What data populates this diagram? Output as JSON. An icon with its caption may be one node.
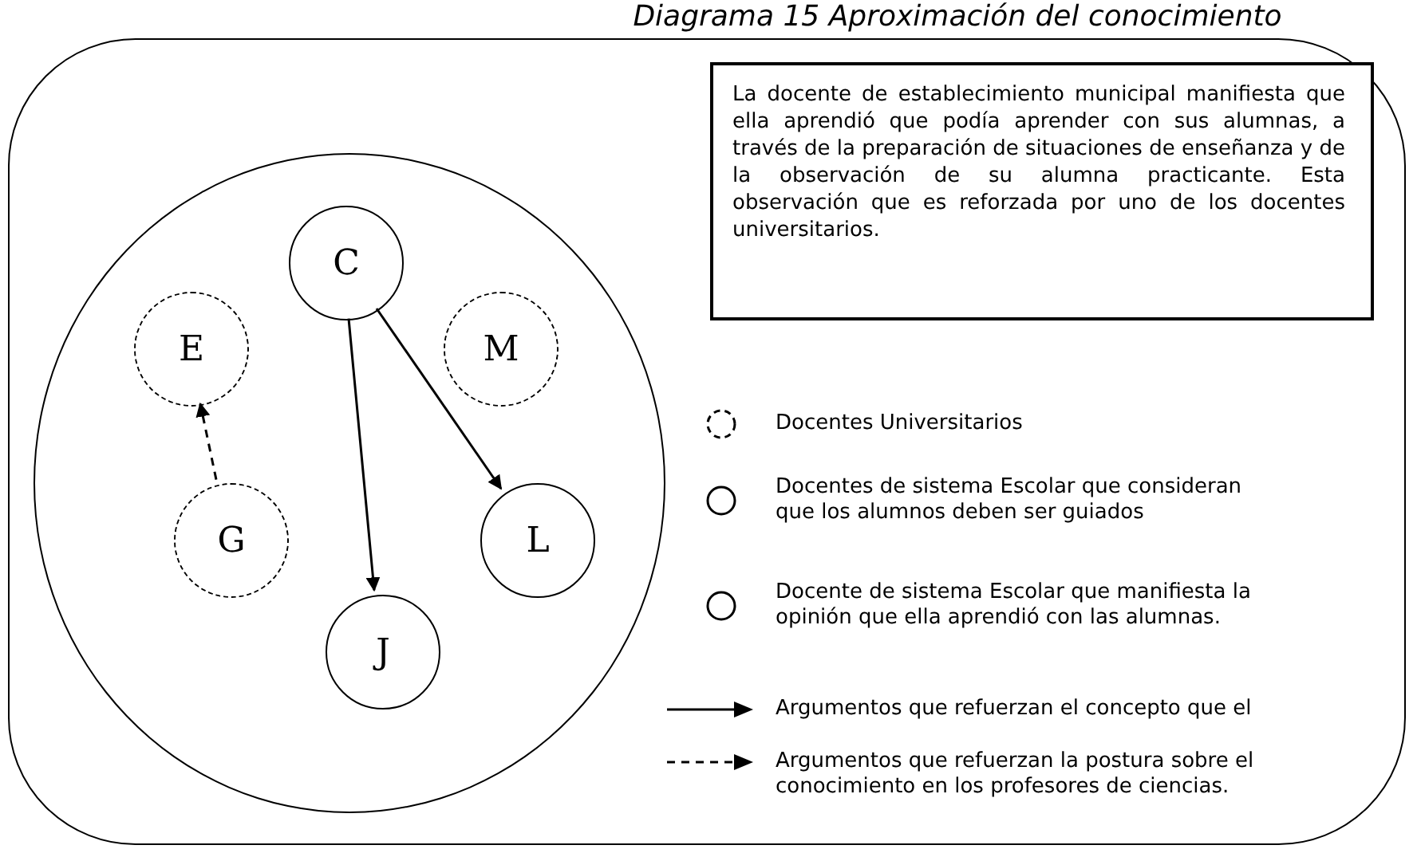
{
  "diagram": {
    "title": "Diagrama 15 Aproximación del conocimiento",
    "nodes": [
      {
        "text": [],
        "shape": "box"
      },
      {
        "text": [],
        "shape": "circle",
        "in": 0
      },
      {
        "text": [
          "C"
        ],
        "in": 1
      },
      {
        "text": [
          "E"
        ],
        "in": 1
      },
      {
        "text": [
          "M"
        ],
        "in": 1
      },
      {
        "text": [
          "G"
        ],
        "in": 1
      },
      {
        "text": [
          "L"
        ],
        "in": 1
      },
      {
        "text": [
          "J"
        ],
        "in": 1
      },
      {
        "text": [
          "La docente  de establecimiento municipal manifiesta que ella aprendió que podía aprender  con sus alumnas, a través de la preparación de situaciones de enseñanza y de la observación de su alumna practicante. Esta observación que es reforzada por  uno de los docentes universitarios."
        ],
        "in": 0
      }
    ],
    "edges": [
      {
        "from": 2,
        "to": 7,
        "arrow": "to"
      },
      {
        "from": 2,
        "to": 6,
        "arrow": "to"
      },
      {
        "from": 5,
        "to": 3,
        "arrow": "to",
        "style": "dashed"
      }
    ],
    "legend": [
      {
        "text": "Docentes Universitarios"
      },
      {
        "text": "Docentes de sistema Escolar que consideran que los alumnos deben ser guiados"
      },
      {
        "text": "Docente de sistema Escolar que manifiesta la opinión que ella aprendió con las alumnas."
      },
      {
        "text": "Argumentos que refuerzan el concepto que el"
      },
      {
        "text": "Argumentos que refuerzan  la postura sobre el conocimiento en los profesores de ciencias."
      }
    ]
  }
}
